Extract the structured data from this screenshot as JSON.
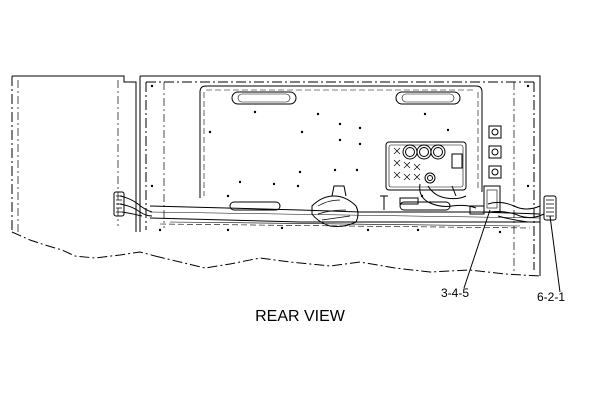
{
  "drawing": {
    "callouts": [
      {
        "label": "3-4-5"
      },
      {
        "label": "6-2-1"
      }
    ],
    "view_title": "REAR VIEW",
    "line_color": "#000000",
    "background": "#ffffff"
  }
}
